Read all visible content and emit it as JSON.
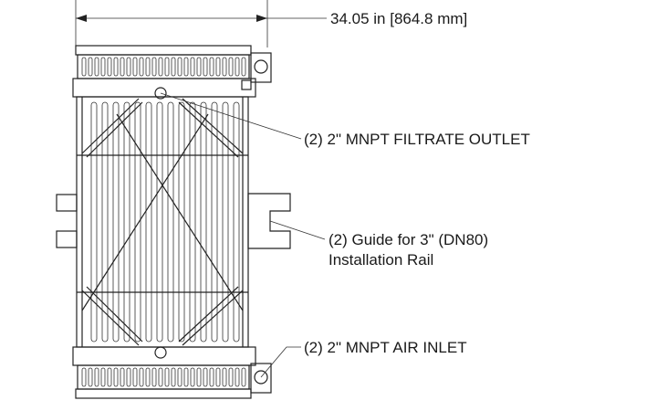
{
  "dimension": {
    "width_label": "34.05 in [864.8 mm]"
  },
  "callouts": {
    "filtrate_outlet": "(2) 2\" MNPT FILTRATE OUTLET",
    "guide_line1": "(2) Guide for 3\" (DN80)",
    "guide_line2": "Installation Rail",
    "air_inlet": "(2) 2\" MNPT AIR INLET"
  },
  "colors": {
    "line": "#222222",
    "background": "#ffffff"
  }
}
